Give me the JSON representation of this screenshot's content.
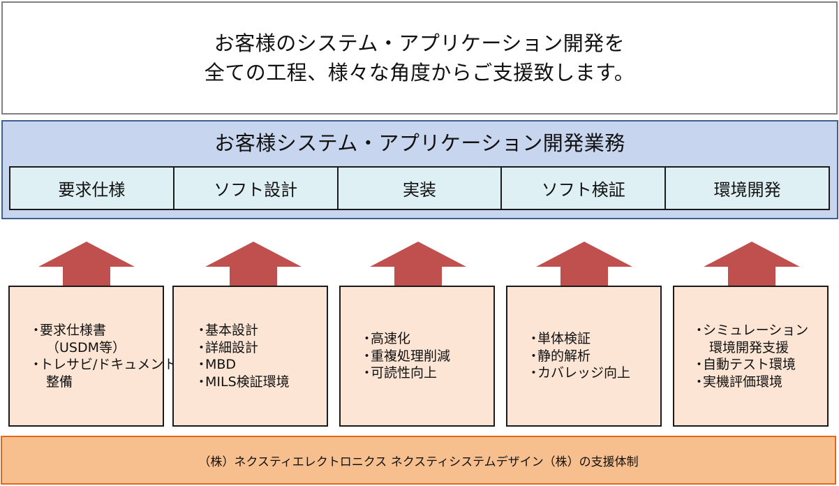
{
  "header": {
    "line1": "お客様のシステム・アプリケーション開発を",
    "line2": "全ての工程、様々な角度からご支援致します。"
  },
  "work": {
    "title": "お客様システム・アプリケーション開発業務",
    "phases": [
      "要求仕様",
      "ソフト設計",
      "実装",
      "ソフト検証",
      "環境開発"
    ]
  },
  "support": [
    {
      "items": [
        "要求仕様書",
        "（USDM等）",
        "トレサビ/ドキュメント",
        "整備"
      ]
    },
    {
      "items": [
        "基本設計",
        "詳細設計",
        "MBD",
        "MILS検証環境"
      ]
    },
    {
      "items": [
        "高速化",
        "重複処理削減",
        "可読性向上"
      ]
    },
    {
      "items": [
        "単体検証",
        "静的解析",
        "カバレッジ向上"
      ]
    },
    {
      "items": [
        "シミュレーション",
        "環境開発支援",
        "自動テスト環境",
        "実機評価環境"
      ]
    }
  ],
  "footer": {
    "text": "（株）ネクスティエレクトロニクス ネクスティシステムデザイン（株）の支援体制"
  },
  "colors": {
    "arrow": "#c0504d",
    "card": "#fce5d4",
    "panel": "#c8d5ee",
    "phase_cell": "#dff0f4",
    "footer": "#f8bf8e"
  }
}
